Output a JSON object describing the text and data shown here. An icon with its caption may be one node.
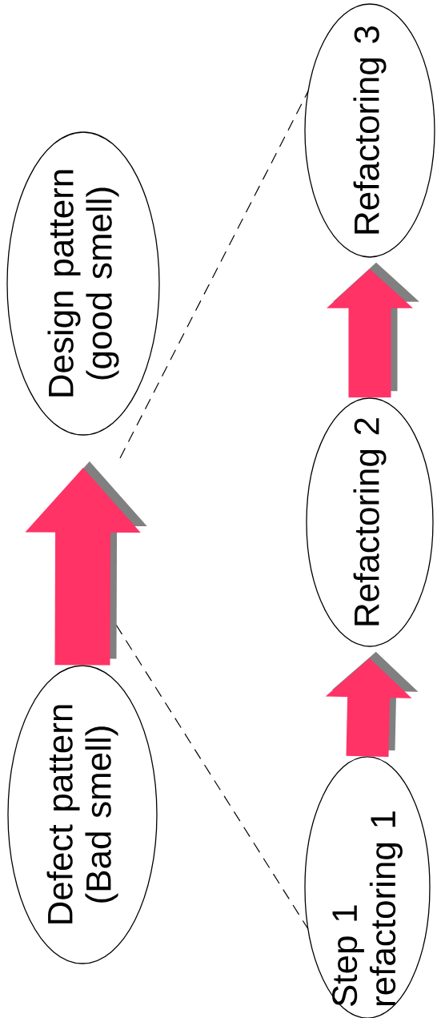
{
  "diagram": {
    "nodes": [
      {
        "text": [
          "Defect pattern (Bad smell)"
        ]
      },
      {
        "text": [
          "Design pattern (good smell)"
        ]
      },
      {
        "text": [
          "Step 1 refactoring 1"
        ]
      },
      {
        "text": [
          "Refactoring 2"
        ]
      },
      {
        "text": [
          "Refactoring 3"
        ]
      }
    ],
    "edges": [
      {
        "from": 0,
        "to": 1,
        "arrow": "to",
        "color": "#ff3366"
      },
      {
        "from": 2,
        "to": 3,
        "arrow": "to",
        "color": "#ff3366"
      },
      {
        "from": 3,
        "to": 4,
        "arrow": "to",
        "color": "#ff3366"
      }
    ]
  }
}
